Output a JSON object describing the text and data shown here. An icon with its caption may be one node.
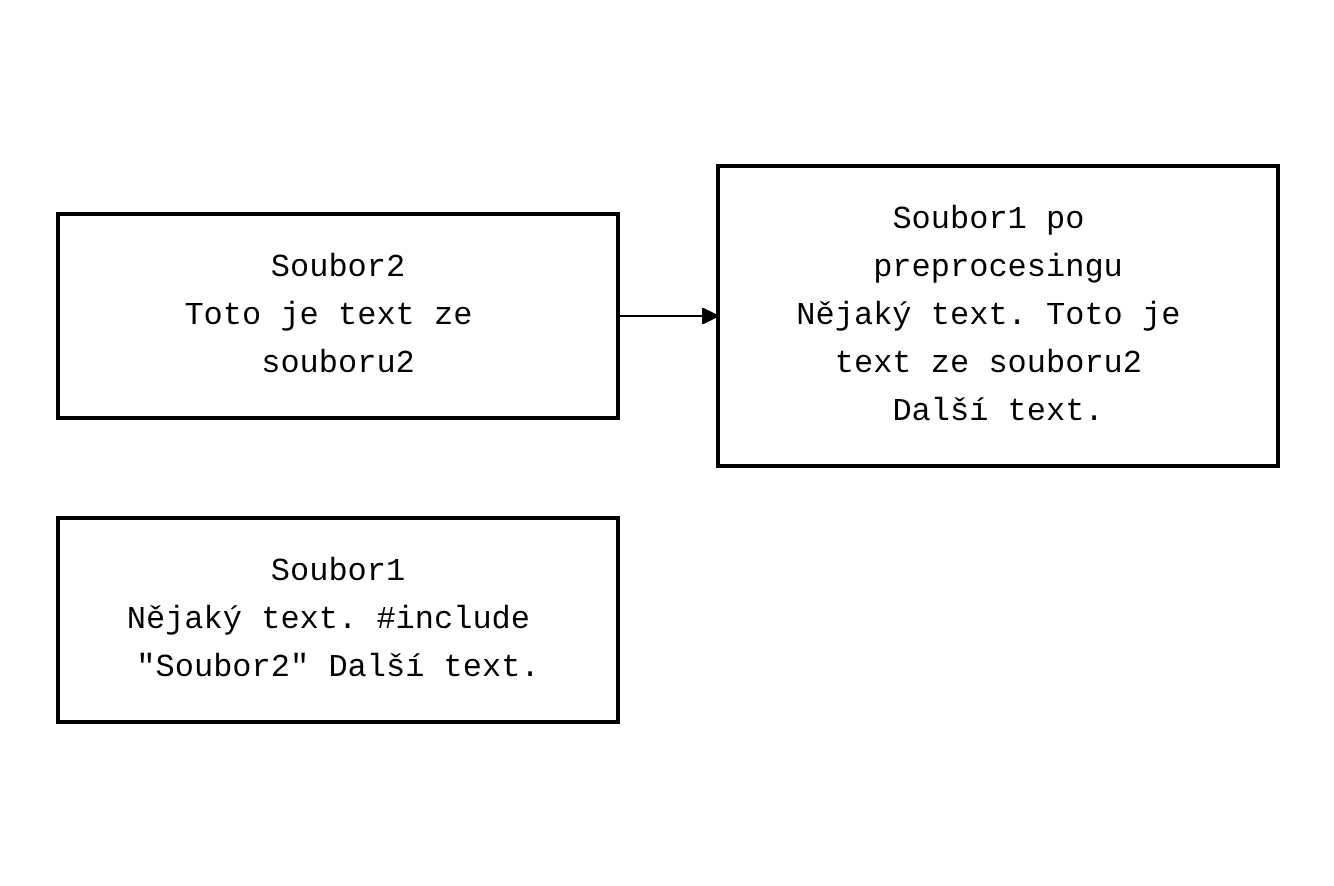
{
  "diagram": {
    "nodes": [
      {
        "text": [
          "Soubor2",
          "Toto je text ze souboru2"
        ]
      },
      {
        "text": [
          "Soubor1",
          "Nějaký text. #include \"Soubor2\" Další text."
        ]
      },
      {
        "text": [
          "Soubor1 po preprocesingu",
          "Nějaký text. Toto je text ze souboru2 Další text."
        ]
      }
    ],
    "edges": [
      {
        "from": 0,
        "to": 2,
        "arrow": "to"
      }
    ]
  }
}
